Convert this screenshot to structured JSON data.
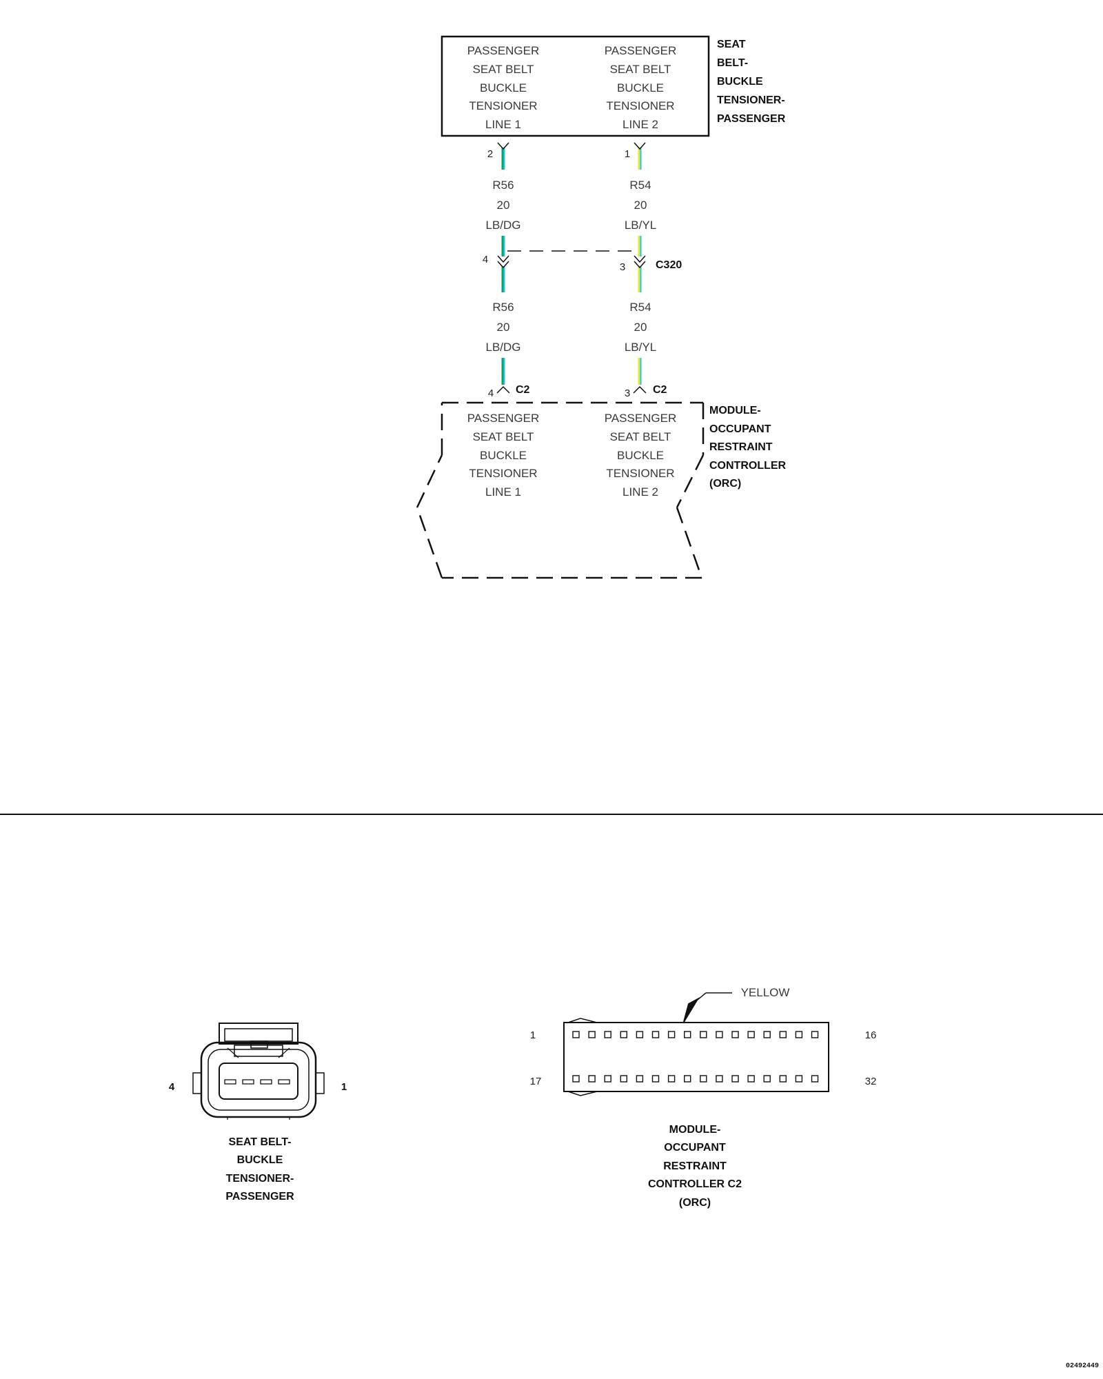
{
  "upper_component": {
    "label_lines": [
      "SEAT",
      "BELT-",
      "BUCKLE",
      "TENSIONER-",
      "PASSENGER"
    ],
    "pin_left": {
      "lines": [
        "PASSENGER",
        "SEAT BELT",
        "BUCKLE",
        "TENSIONER",
        "LINE 1"
      ],
      "pin": "2"
    },
    "pin_right": {
      "lines": [
        "PASSENGER",
        "SEAT BELT",
        "BUCKLE",
        "TENSIONER",
        "LINE 2"
      ],
      "pin": "1"
    }
  },
  "wires_upper": {
    "left": {
      "circuit": "R56",
      "gauge": "20",
      "color": "LB/DG"
    },
    "right": {
      "circuit": "R54",
      "gauge": "20",
      "color": "LB/YL"
    }
  },
  "inline_connector": {
    "name": "C320",
    "pin_left": "4",
    "pin_right": "3"
  },
  "wires_lower": {
    "left": {
      "circuit": "R56",
      "gauge": "20",
      "color": "LB/DG"
    },
    "right": {
      "circuit": "R54",
      "gauge": "20",
      "color": "LB/YL"
    }
  },
  "lower_module": {
    "connector_left": {
      "pin": "4",
      "name": "C2"
    },
    "connector_right": {
      "pin": "3",
      "name": "C2"
    },
    "label_lines": [
      "MODULE-",
      "OCCUPANT",
      "RESTRAINT",
      "CONTROLLER",
      "(ORC)"
    ],
    "pin_left": {
      "lines": [
        "PASSENGER",
        "SEAT BELT",
        "BUCKLE",
        "TENSIONER",
        "LINE 1"
      ]
    },
    "pin_right": {
      "lines": [
        "PASSENGER",
        "SEAT BELT",
        "BUCKLE",
        "TENSIONER",
        "LINE 2"
      ]
    }
  },
  "connector_views": {
    "tensioner": {
      "pin_left_label": "4",
      "pin_right_label": "1",
      "caption_lines": [
        "SEAT BELT-",
        "BUCKLE",
        "TENSIONER-",
        "PASSENGER"
      ]
    },
    "orc_c2": {
      "color_callout": "YELLOW",
      "top_left_pin": "1",
      "top_right_pin": "16",
      "bottom_left_pin": "17",
      "bottom_right_pin": "32",
      "caption_lines": [
        "MODULE-",
        "OCCUPANT",
        "RESTRAINT",
        "CONTROLLER C2",
        "(ORC)"
      ]
    }
  },
  "drawing_number": "02492449",
  "colors": {
    "wire_lb_dg": [
      "#29c4e0",
      "#14a06c"
    ],
    "wire_lb_yl": [
      "#29c4e0",
      "#e2e838"
    ],
    "ink": "#111111"
  }
}
